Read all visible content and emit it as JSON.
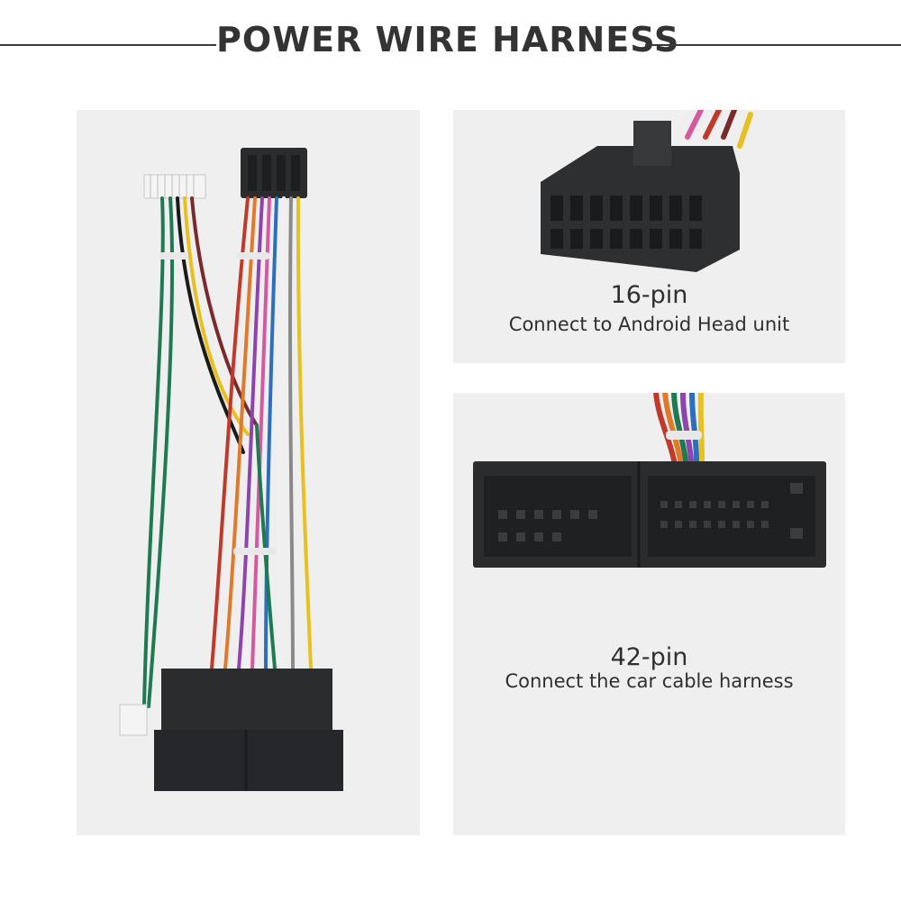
{
  "header": {
    "title": "POWER WIRE HARNESS"
  },
  "connectors": {
    "pin16": {
      "count": "16-pin",
      "description": "Connect to Android Head unit"
    },
    "pin42": {
      "count": "42-pin",
      "description": "Connect the car cable harness"
    }
  },
  "colors": {
    "connector": "#2a2c2e",
    "panel_bg": "#efefef",
    "rule": "#3a3a3a",
    "wires": [
      "#1f7a52",
      "#c0392b",
      "#e8c020",
      "#e07a2a",
      "#8e44ad",
      "#2c6fbf",
      "#d45aa0",
      "#f0f0f0",
      "#1a1a1a",
      "#8a8a8a",
      "#7a2a2a"
    ]
  }
}
